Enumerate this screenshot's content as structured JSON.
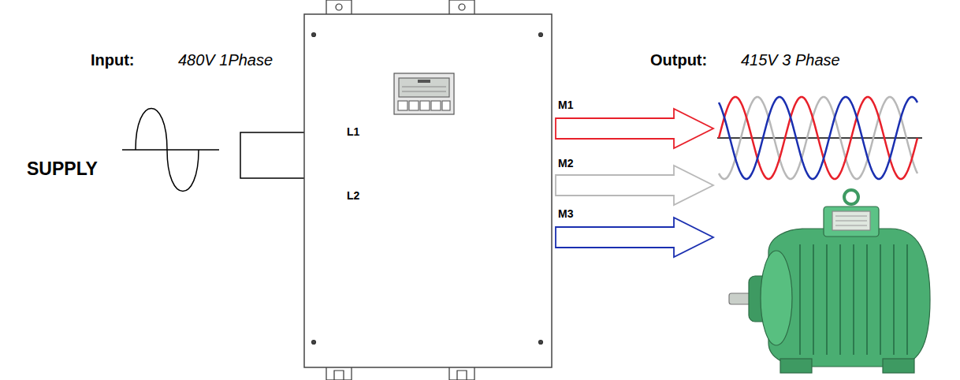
{
  "diagram": {
    "labels": [
      "Input:",
      "480V 1Phase",
      "Output:",
      "415V 3 Phase",
      "SUPPLY",
      "L1",
      "L2",
      "M1",
      "M2",
      "M3"
    ]
  }
}
